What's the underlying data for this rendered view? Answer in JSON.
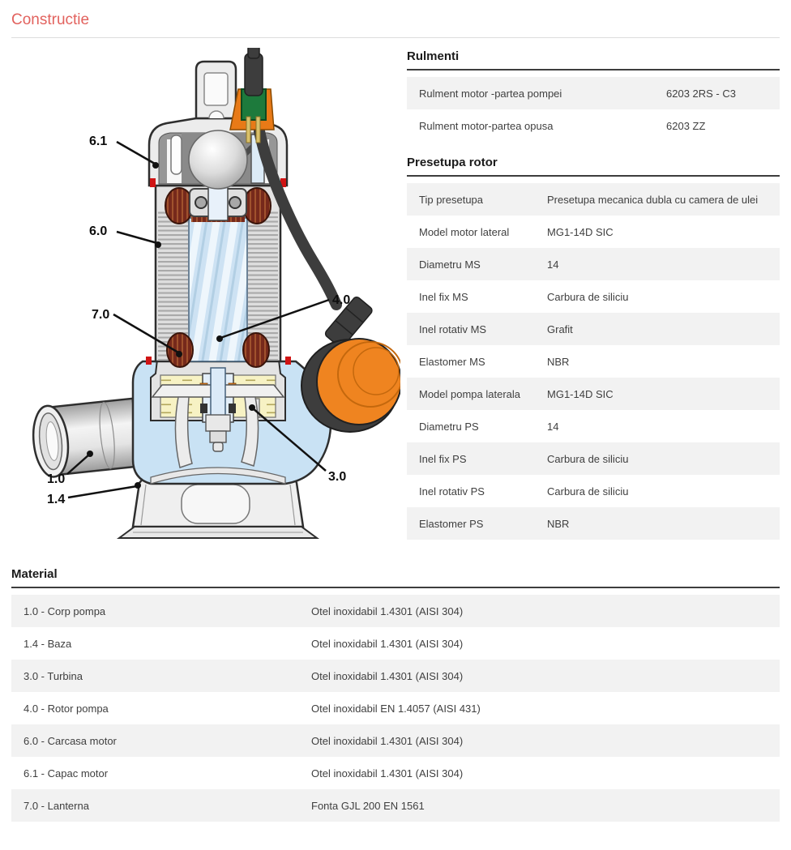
{
  "page": {
    "title": "Constructie"
  },
  "colors": {
    "title_red": "#e2625e",
    "row_alt_gray": "#f2f2f2",
    "header_rule": "#3d3d3d",
    "float_orange": "#ef8420",
    "water_blue": "#c9e2f4",
    "oil_yellow": "#f7f2c4",
    "winding_maroon": "#76291b"
  },
  "diagram": {
    "labels": [
      {
        "text": "6.1"
      },
      {
        "text": "6.0"
      },
      {
        "text": "7.0"
      },
      {
        "text": "4.0"
      },
      {
        "text": "3.0"
      },
      {
        "text": "1.0"
      },
      {
        "text": "1.4"
      }
    ]
  },
  "tables": {
    "rulmenti": {
      "title": "Rulmenti",
      "rows": [
        {
          "label": "Rulment motor -partea pompei",
          "value": "6203 2RS - C3"
        },
        {
          "label": "Rulment motor-partea opusa",
          "value": "6203 ZZ"
        }
      ]
    },
    "presetupa": {
      "title": "Presetupa rotor",
      "rows": [
        {
          "label": "Tip presetupa",
          "value": "Presetupa mecanica dubla cu camera de ulei"
        },
        {
          "label": "Model motor lateral",
          "value": "MG1-14D SIC"
        },
        {
          "label": "Diametru MS",
          "value": "14"
        },
        {
          "label": "Inel fix MS",
          "value": "Carbura de siliciu"
        },
        {
          "label": "Inel rotativ MS",
          "value": "Grafit"
        },
        {
          "label": "Elastomer MS",
          "value": "NBR"
        },
        {
          "label": "Model pompa laterala",
          "value": "MG1-14D SIC"
        },
        {
          "label": "Diametru PS",
          "value": "14"
        },
        {
          "label": "Inel fix PS",
          "value": "Carbura de siliciu"
        },
        {
          "label": "Inel rotativ PS",
          "value": "Carbura de siliciu"
        },
        {
          "label": "Elastomer PS",
          "value": "NBR"
        }
      ]
    },
    "material": {
      "title": "Material",
      "rows": [
        {
          "label": "1.0 - Corp pompa",
          "value": "Otel inoxidabil 1.4301 (AISI 304)"
        },
        {
          "label": "1.4 - Baza",
          "value": "Otel inoxidabil 1.4301 (AISI 304)"
        },
        {
          "label": "3.0 - Turbina",
          "value": "Otel inoxidabil 1.4301 (AISI 304)"
        },
        {
          "label": "4.0 - Rotor pompa",
          "value": "Otel inoxidabil EN 1.4057 (AISI 431)"
        },
        {
          "label": "6.0 - Carcasa motor",
          "value": "Otel inoxidabil 1.4301 (AISI 304)"
        },
        {
          "label": "6.1 - Capac motor",
          "value": "Otel inoxidabil 1.4301 (AISI 304)"
        },
        {
          "label": "7.0 - Lanterna",
          "value": "Fonta GJL 200 EN 1561"
        }
      ]
    }
  }
}
